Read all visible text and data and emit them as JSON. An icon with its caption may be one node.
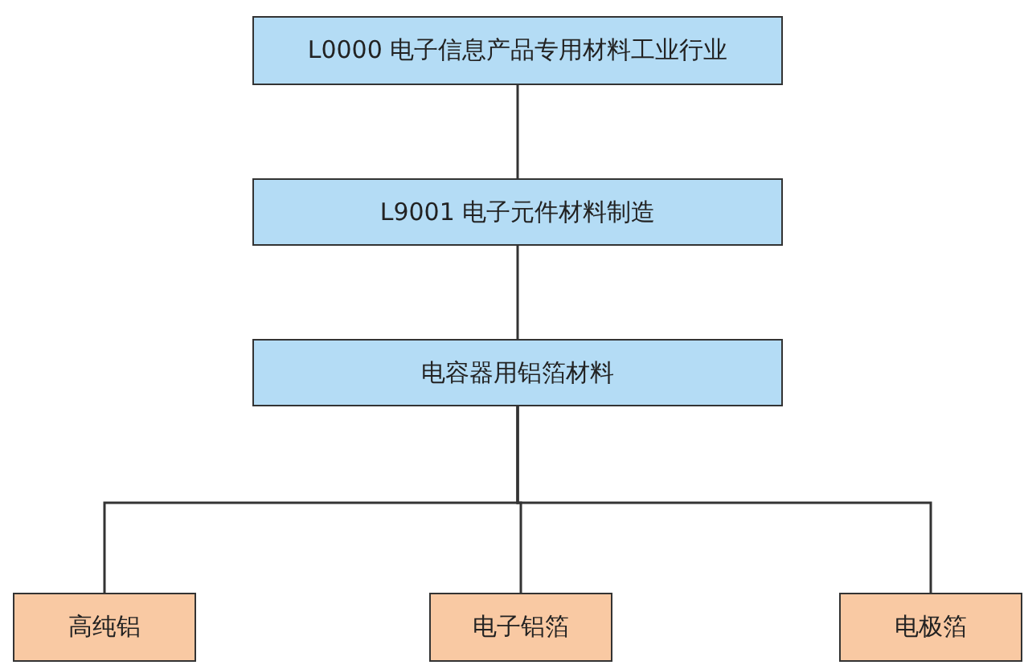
{
  "diagram": {
    "nodes": [
      {
        "text": [
          "L0000 电子信息产品专用材料工业行业"
        ]
      },
      {
        "text": [
          "L9001 电子元件材料制造"
        ]
      },
      {
        "text": [
          "电容器用铝箔材料"
        ]
      },
      {
        "text": [
          "高纯铝"
        ]
      },
      {
        "text": [
          "电子铝箔"
        ]
      },
      {
        "text": [
          "电极箔"
        ]
      }
    ],
    "edges": [
      {
        "from": 0,
        "to": 1,
        "arrow": "none"
      },
      {
        "from": 1,
        "to": 2,
        "arrow": "none"
      },
      {
        "from": 2,
        "to": 3,
        "arrow": "none"
      },
      {
        "from": 2,
        "to": 4,
        "arrow": "none"
      },
      {
        "from": 2,
        "to": 5,
        "arrow": "none"
      }
    ]
  }
}
